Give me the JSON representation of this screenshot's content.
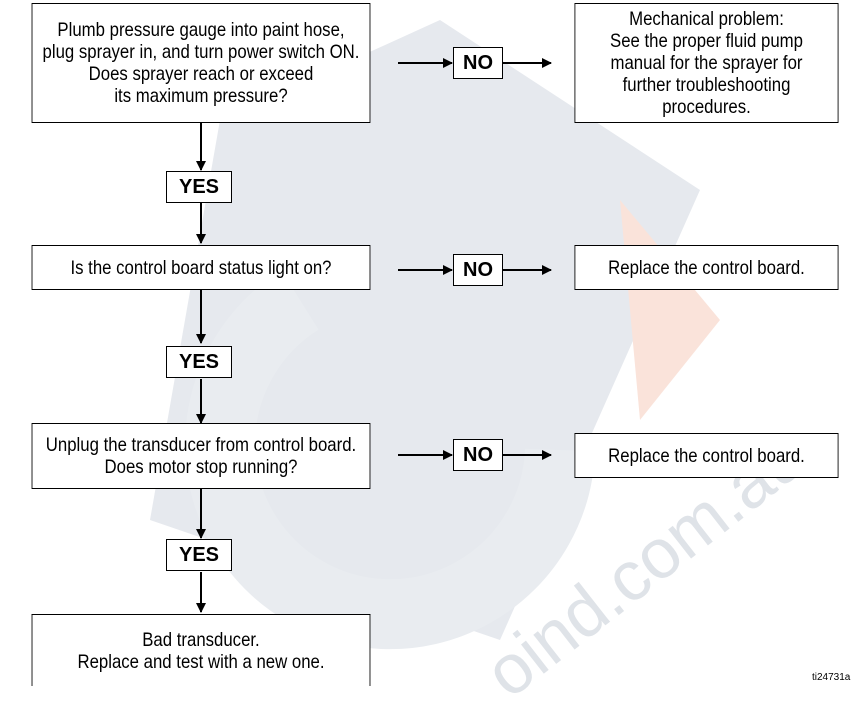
{
  "diagram": {
    "steps": [
      {
        "id": "s1",
        "text": "Plumb pressure gauge into paint hose,\nplug sprayer in, and turn power switch ON.\nDoes sprayer reach or exceed\nits maximum pressure?"
      },
      {
        "id": "s2",
        "text": "Is the control board status light on?"
      },
      {
        "id": "s3",
        "text": "Unplug the transducer from control board.\nDoes motor stop running?"
      },
      {
        "id": "s4",
        "text": "Bad transducer.\nReplace and test with a new one."
      }
    ],
    "outcomes": [
      {
        "id": "o1",
        "text": "Mechanical problem:\nSee the proper fluid pump\nmanual for the sprayer for\nfurther troubleshooting procedures."
      },
      {
        "id": "o2",
        "text": "Replace the control board."
      },
      {
        "id": "o3",
        "text": "Replace the control board."
      }
    ],
    "labels": {
      "no": "NO",
      "yes": "YES"
    },
    "figure_ref": "ti24731a"
  },
  "watermark": {
    "text": "oind.com.au",
    "colors": {
      "grey": "#dde1e7",
      "orange": "#f7d9cd"
    }
  }
}
